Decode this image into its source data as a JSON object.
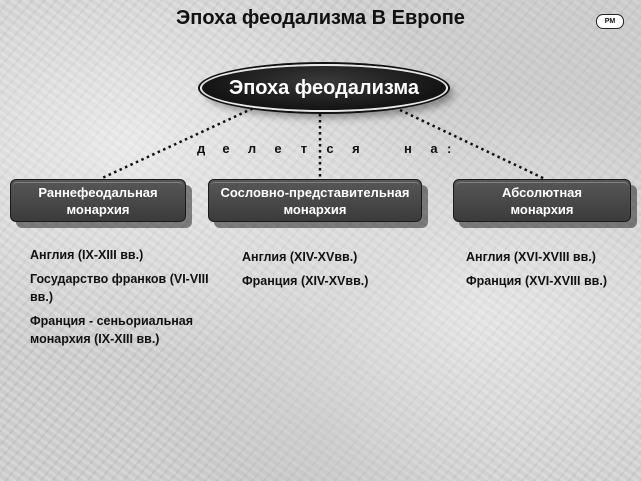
{
  "title": "Эпоха феодализма В Европе",
  "badge": "PM",
  "central": "Эпоха феодализма",
  "divides_letters": [
    "д",
    "е",
    "л",
    "е",
    "т",
    "с",
    "я",
    "",
    "н",
    "а",
    ":"
  ],
  "columns": [
    {
      "heading_lines": [
        "Раннефеодальная",
        "монархия"
      ],
      "items": [
        "Англия (IX-XIII вв.)",
        "Государство франков (VI-VIII вв.)",
        "Франция - сеньориальная монархия (IX-XIII вв.)"
      ]
    },
    {
      "heading_lines": [
        "Сословно-представительная",
        "монархия"
      ],
      "items": [
        "Англия (XIV-XVвв.)",
        "Франция (XIV-XVвв.)"
      ]
    },
    {
      "heading_lines": [
        "Абсолютная",
        "монархия"
      ],
      "items": [
        "Англия (XVI-XVIII вв.)",
        "Франция (XVI-XVIII вв.)"
      ]
    }
  ]
}
